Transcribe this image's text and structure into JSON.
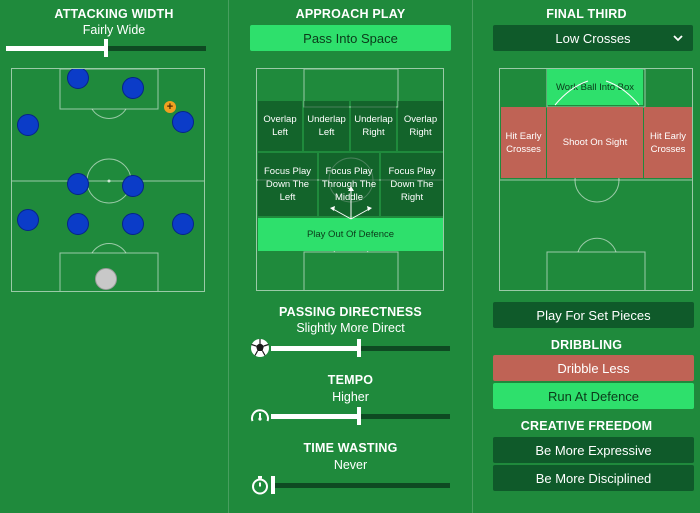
{
  "colors": {
    "background": "#1f8a3c",
    "dark_panel": "#0f5a2a",
    "bright_green": "#2ee06c",
    "red": "#bf6355",
    "player_blue": "#0b3cc8",
    "goalkeeper": "#c8c8c8",
    "track": "#0e4a22"
  },
  "attacking_width": {
    "title": "ATTACKING WIDTH",
    "value": "Fairly Wide",
    "slider_fraction": 0.5
  },
  "formation": {
    "plus_icon": "plus-icon"
  },
  "approach_play": {
    "title": "APPROACH PLAY",
    "button": "Pass Into Space",
    "zones": {
      "overlap_left": "Overlap Left",
      "underlap_left": "Underlap Left",
      "underlap_right": "Underlap Right",
      "overlap_right": "Overlap Right",
      "focus_left": "Focus Play Down The Left",
      "focus_middle": "Focus Play Through The Middle",
      "focus_right": "Focus Play Down The Right",
      "play_out": "Play Out Of Defence"
    }
  },
  "passing_directness": {
    "title": "PASSING DIRECTNESS",
    "value": "Slightly More Direct",
    "icon": "football-icon",
    "slider_fraction": 0.5
  },
  "tempo": {
    "title": "TEMPO",
    "value": "Higher",
    "icon": "speedometer-icon",
    "slider_fraction": 0.5
  },
  "time_wasting": {
    "title": "TIME WASTING",
    "value": "Never",
    "icon": "stopwatch-icon",
    "slider_fraction": 0.0
  },
  "final_third": {
    "title": "FINAL THIRD",
    "dropdown": "Low Crosses",
    "zones": {
      "work_ball": "Work Ball Into Box",
      "hit_early_left": "Hit Early Crosses",
      "shoot_on_sight": "Shoot On Sight",
      "hit_early_right": "Hit Early Crosses"
    },
    "set_pieces_button": "Play For Set Pieces"
  },
  "dribbling": {
    "title": "DRIBBLING",
    "dribble_less": "Dribble Less",
    "run_at_defence": "Run At Defence"
  },
  "creative_freedom": {
    "title": "CREATIVE FREEDOM",
    "more_expressive": "Be More Expressive",
    "more_disciplined": "Be More Disciplined"
  }
}
